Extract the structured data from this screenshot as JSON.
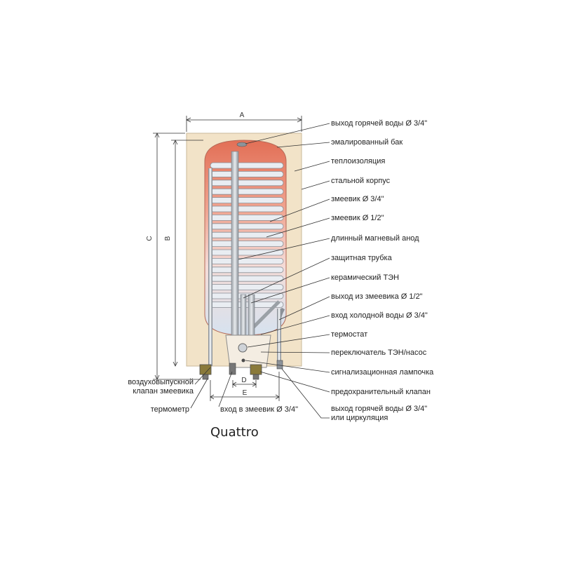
{
  "model_name": "Quattro",
  "dimensions": {
    "a": "A",
    "b": "B",
    "c": "C",
    "d": "D",
    "e": "E"
  },
  "labels_right": [
    "выход горячей воды Ø 3/4\"",
    "эмалированный бак",
    "теплоизоляция",
    "стальной корпус",
    "змеевик Ø 3/4\"",
    "змеевик Ø 1/2\"",
    "длинный магневый анод",
    "защитная трубка",
    "керамический ТЭН",
    "выход из змеевика Ø 1/2\"",
    "вход холодной воды Ø 3/4\"",
    "термостат",
    "переключатель ТЭН/насос",
    "сигнализационная лампочка",
    "предохранительный клапан",
    "выход горячей воды Ø 3/4\"",
    "или циркуляция"
  ],
  "labels_left": {
    "air_valve_line1": "воздуховыпускной",
    "air_valve_line2": "клапан змеевика",
    "thermometer": "термометр"
  },
  "label_inlet": "вход в змеевик Ø 3/4\"",
  "colors": {
    "casing": "#f2e3c8",
    "tank_hot": "#e9826a",
    "tank_cold": "#dfe6f0",
    "coil": "#e9edf2",
    "coil_stroke": "#8a8f96",
    "leader": "#333333"
  }
}
